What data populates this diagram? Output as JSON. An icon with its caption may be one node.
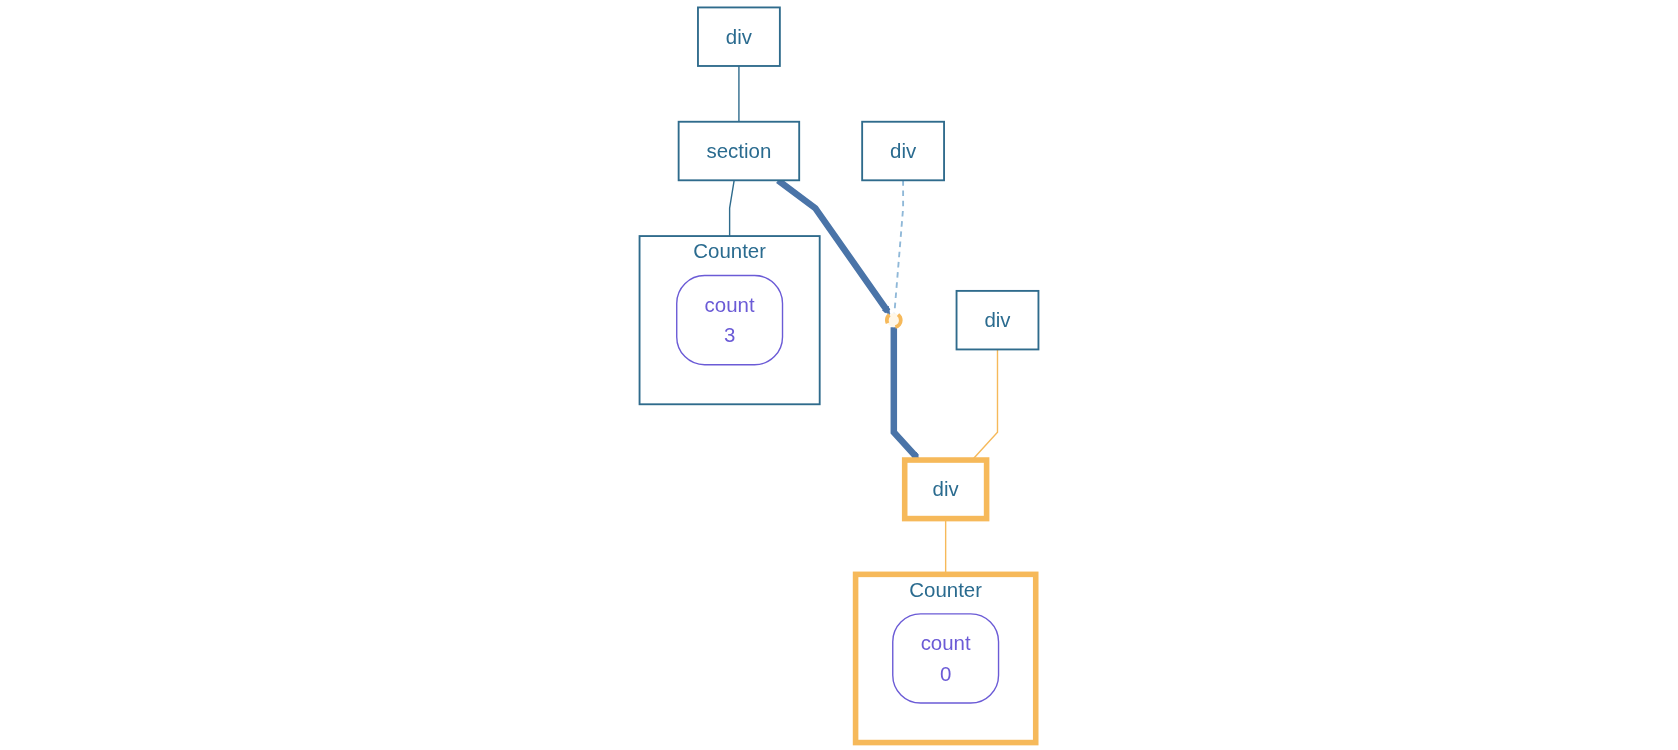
{
  "diagram": {
    "nodes": [
      {
        "text": [
          "div"
        ]
      },
      {
        "text": [
          "section"
        ]
      },
      {
        "text": [
          "Counter"
        ]
      },
      {
        "text": [
          "count",
          "3"
        ],
        "in": 2
      },
      {
        "text": [
          "div"
        ]
      },
      {
        "text": [],
        "shape": "circle"
      },
      {
        "text": [
          "div"
        ]
      },
      {
        "text": [
          "div"
        ]
      },
      {
        "text": [
          "Counter"
        ]
      },
      {
        "text": [
          "count",
          "0"
        ],
        "in": 8
      }
    ],
    "edges": [
      {
        "from": 0,
        "to": 1,
        "arrow": "none"
      },
      {
        "from": 1,
        "to": 2,
        "arrow": "none"
      },
      {
        "from": 4,
        "to": 5,
        "arrow": "none",
        "style": "dashed",
        "color": "#8fb8d8"
      },
      {
        "from": 6,
        "to": 7,
        "arrow": "none",
        "color": "#f6b95a"
      },
      {
        "from": 7,
        "to": 8,
        "arrow": "none",
        "color": "#f6b95a"
      },
      {
        "from": 1,
        "to": 5,
        "arrow": "to",
        "style": "thick",
        "color": "#4a74a8"
      },
      {
        "from": 5,
        "to": 7,
        "arrow": "to",
        "style": "thick",
        "color": "#4a74a8"
      }
    ]
  }
}
